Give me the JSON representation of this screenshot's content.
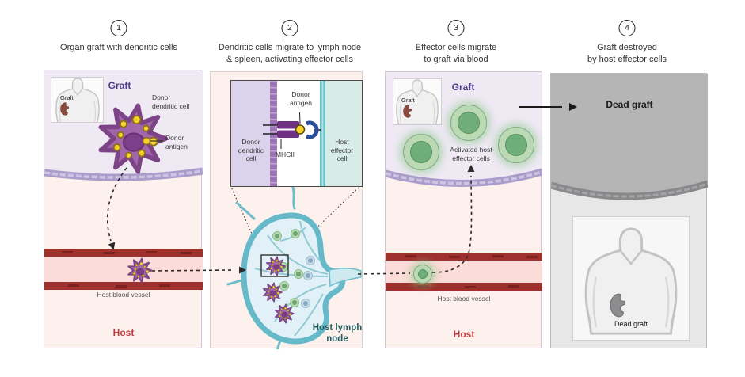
{
  "palette": {
    "graft_purple_text": "#4f3d8d",
    "host_red_text": "#c13a3f",
    "lymph_teal_text": "#265c5f",
    "graft_bg": "#efe9f4",
    "host_bg": "#fdf1ee",
    "membrane_purple": "#ab9dcb",
    "vessel_wall_red": "#9e302d",
    "dendritic_purple": "#a266ab",
    "antigen_yellow": "#f6d32b",
    "effector_green": "#6fae7a",
    "dead_gray": "#b5b5b6"
  },
  "steps": [
    {
      "number": "1",
      "label": "Organ graft with dendritic cells"
    },
    {
      "number": "2",
      "label": "Dendritic cells migrate to lymph node\n& spleen, activating effector cells"
    },
    {
      "number": "3",
      "label": "Effector cells migrate\nto graft via blood"
    },
    {
      "number": "4",
      "label": "Graft destroyed\nby host effector cells"
    }
  ],
  "panel1": {
    "graft_title": "Graft",
    "inset_graft_label": "Graft",
    "donor_dendritic_cell_label": "Donor\ndendritic cell",
    "donor_antigen_label": "Donor\nantigen",
    "host_blood_vessel_label": "Host blood vessel",
    "host_label": "Host"
  },
  "panel2": {
    "inset": {
      "donor_antigen_label": "Donor\nantigen",
      "mhcii_label": "MHCII",
      "donor_dendritic_cell_label": "Donor\ndendritic\ncell",
      "host_effector_cell_label": "Host\neffector\ncell"
    },
    "host_lymph_node_label": "Host lymph\nnode"
  },
  "panel3": {
    "graft_title": "Graft",
    "inset_graft_label": "Graft",
    "activated_cells_label": "Activated host\neffector cells",
    "host_blood_vessel_label": "Host blood vessel",
    "host_label": "Host"
  },
  "panel4": {
    "dead_graft_title": "Dead graft",
    "inset_dead_graft_label": "Dead graft"
  }
}
